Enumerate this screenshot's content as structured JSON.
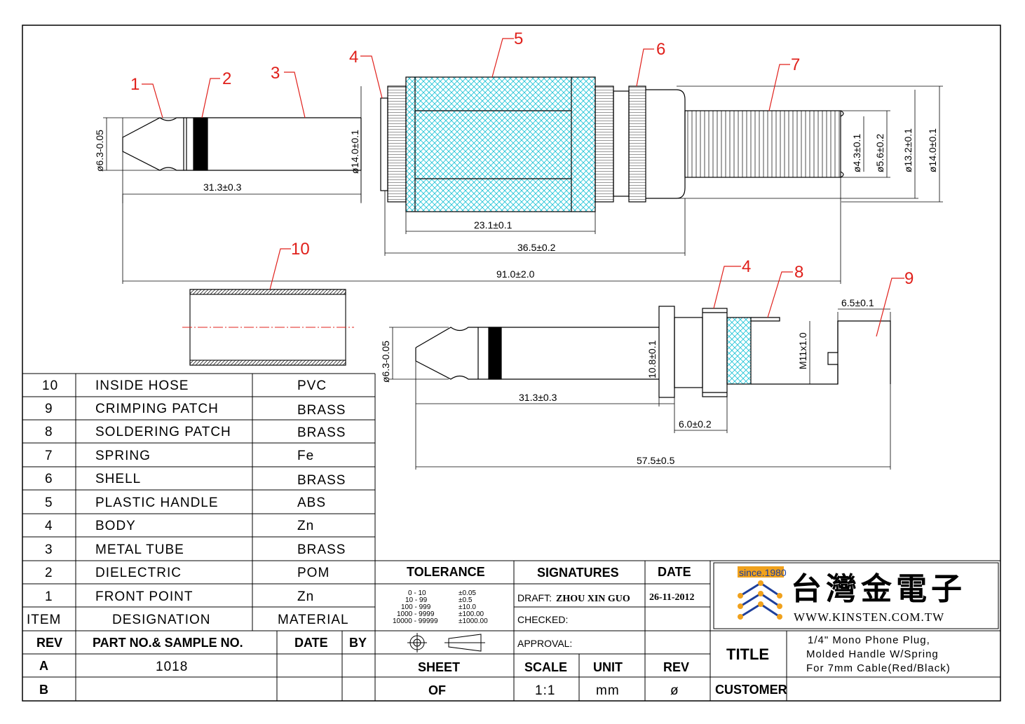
{
  "callouts": [
    "1",
    "2",
    "3",
    "4",
    "5",
    "6",
    "7",
    "10",
    "4",
    "8",
    "9"
  ],
  "dimensions": {
    "d_tip": "ø6.3-0.05",
    "len_tip": "31.3±0.3",
    "d_body": "ø14.0±0.1",
    "len_handle": "23.1±0.1",
    "len_body": "36.5±0.2",
    "len_total": "91.0±2.0",
    "d_spring_in": "ø4.3±0.1",
    "d_spring_mid": "ø5.6±0.2",
    "d_spring_out": "ø13.2±0.1",
    "d_outer": "ø14.0±0.1",
    "d_tip2": "ø6.3-0.05",
    "d_flange": "10.8±0.1",
    "thread": "M11x1.0",
    "crimp_w": "6.5±0.1",
    "len_tip2": "31.3±0.3",
    "len_flange": "6.0±0.2",
    "len_total2": "57.5±0.5"
  },
  "bom": {
    "header": {
      "item": "ITEM",
      "designation": "DESIGNATION",
      "material": "MATERIAL"
    },
    "rows": [
      {
        "item": "10",
        "designation": "INSIDE  HOSE",
        "material": "PVC"
      },
      {
        "item": "9",
        "designation": "CRIMPING  PATCH",
        "material": "BRASS"
      },
      {
        "item": "8",
        "designation": "SOLDERING  PATCH",
        "material": "BRASS"
      },
      {
        "item": "7",
        "designation": "SPRING",
        "material": "Fe"
      },
      {
        "item": "6",
        "designation": "SHELL",
        "material": "BRASS"
      },
      {
        "item": "5",
        "designation": "PLASTIC  HANDLE",
        "material": "ABS"
      },
      {
        "item": "4",
        "designation": "BODY",
        "material": "Zn"
      },
      {
        "item": "3",
        "designation": "METAL  TUBE",
        "material": "BRASS"
      },
      {
        "item": "2",
        "designation": "DIELECTRIC",
        "material": "POM"
      },
      {
        "item": "1",
        "designation": "FRONT  POINT",
        "material": "Zn"
      }
    ]
  },
  "revisions": {
    "header": {
      "rev": "REV",
      "part": "PART NO.& SAMPLE NO.",
      "date": "DATE",
      "by": "BY"
    },
    "rows": [
      {
        "rev": "A",
        "part": "1018",
        "date": "",
        "by": ""
      },
      {
        "rev": "B",
        "part": "",
        "date": "",
        "by": ""
      }
    ]
  },
  "tolerance": {
    "title": "TOLERANCE",
    "ranges": [
      "0  -  10",
      "10  -  99",
      "100  -  999",
      "1000  -  9999",
      "10000  -  99999"
    ],
    "values": [
      "±0.05",
      "±0.5",
      "±10.0",
      "±100.00",
      "±1000.00"
    ]
  },
  "signatures": {
    "title": "SIGNATURES",
    "date_title": "DATE",
    "draft_label": "DRAFT:",
    "draft_name": "ZHOU XIN GUO",
    "draft_date": "26-11-2012",
    "checked_label": "CHECKED:",
    "approval_label": "APPROVAL:"
  },
  "sheet": {
    "sheet_label": "SHEET",
    "of_label": "OF",
    "scale_label": "SCALE",
    "scale_value": "1:1",
    "unit_label": "UNIT",
    "unit_value": "mm",
    "rev_label": "REV",
    "rev_value": "ø"
  },
  "title_block": {
    "title_label": "TITLE",
    "title_lines": [
      "1/4\"  Mono  Phone  Plug,",
      "Molded  Handle  W/Spring",
      "For  7mm  Cable(Red/Black)"
    ],
    "customer_label": "CUSTOMER"
  },
  "logo": {
    "since": "since.1980",
    "company": "台灣金電子",
    "url": "WWW.KINSTEN.COM.TW"
  },
  "colors": {
    "callout": "#e0201b",
    "hatch": "#22c4d8",
    "logo_blue": "#1e3f9a",
    "logo_orange": "#f0a11c"
  }
}
